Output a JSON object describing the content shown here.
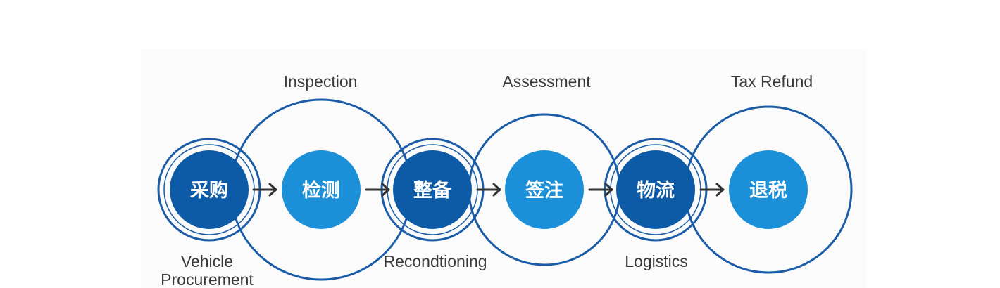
{
  "colors": {
    "dark_blue": "#0d5ba6",
    "light_blue": "#1b8fd8",
    "ring": "#1a5ca8",
    "arrow": "#333333",
    "text": "#3a3a3a"
  },
  "steps": [
    {
      "cn": "采购",
      "en": [
        "Vehicle",
        "Procurement"
      ]
    },
    {
      "cn": "检测",
      "en": [
        "Inspection"
      ]
    },
    {
      "cn": "整备",
      "en": [
        "Recondtioning"
      ]
    },
    {
      "cn": "签注",
      "en": [
        "Assessment"
      ]
    },
    {
      "cn": "物流",
      "en": [
        "Logistics"
      ]
    },
    {
      "cn": "退税",
      "en": [
        "Tax Refund"
      ]
    }
  ]
}
